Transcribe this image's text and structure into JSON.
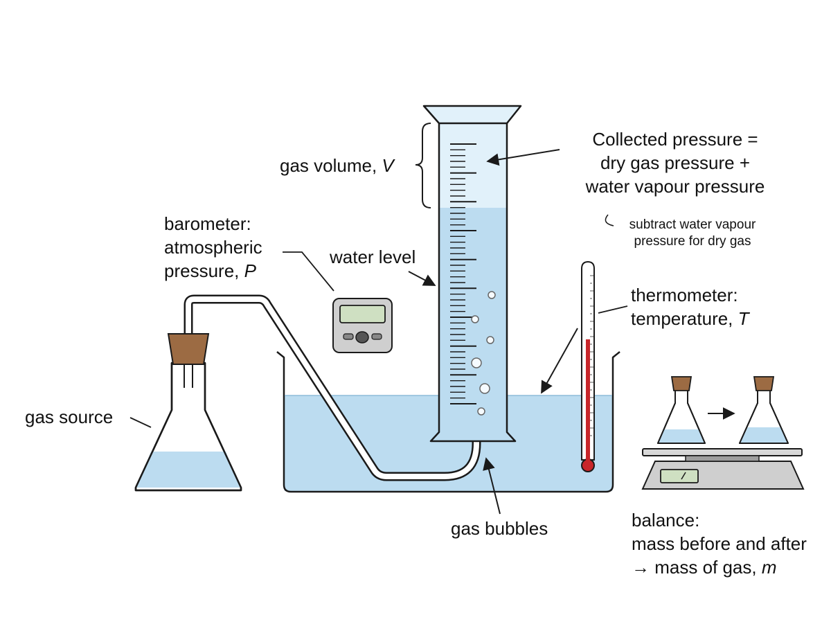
{
  "labels": {
    "gas_volume": {
      "text": "gas volume, ",
      "var": "V"
    },
    "collected_pressure": {
      "line1": "Collected pressure =",
      "line2": "dry gas pressure +",
      "line3": "water vapour pressure"
    },
    "subtract_note": {
      "line1": "subtract water vapour",
      "line2": "pressure for dry gas"
    },
    "barometer": {
      "line1": "barometer:",
      "line2": "atmospheric",
      "line3_text": "pressure, ",
      "line3_var": "P"
    },
    "water_level": "water level",
    "thermometer": {
      "line1": "thermometer:",
      "line2_text": "temperature, ",
      "line2_var": "T"
    },
    "gas_source": "gas source",
    "gas_bubbles": "gas bubbles",
    "balance": {
      "line1": "balance:",
      "line2": "mass before and after",
      "line3_text": "→ mass of gas, ",
      "line3_var": "m"
    }
  },
  "colors": {
    "water": "#bcdcf0",
    "cylinder_glass": "#e1f1fa",
    "outline": "#1a1a1a",
    "stopper": "#9c6b43",
    "mercury": "#c8262a",
    "device_body": "#cfcfcf",
    "device_screen": "#cfe0c2"
  }
}
